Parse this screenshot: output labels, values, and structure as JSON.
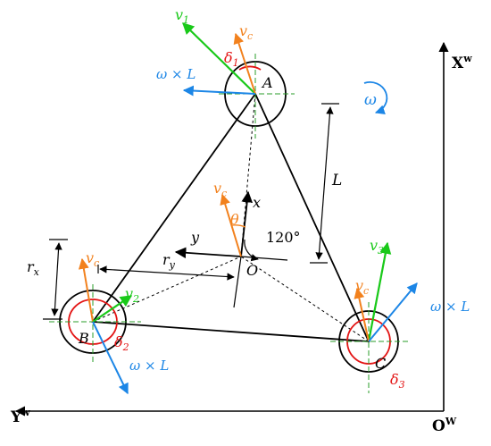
{
  "colors": {
    "black": "#000000",
    "green": "#19c919",
    "orange": "#f2811d",
    "blue": "#1c86e6",
    "red": "#e31414",
    "guide": "#2a9d2a"
  },
  "labels": {
    "xw": "X",
    "xw_sup": "w",
    "yw": "Y",
    "yw_sup": "w",
    "ow": "O",
    "ow_sup": "W",
    "omega": "ω",
    "L": "L",
    "x": "x",
    "y": "y",
    "O": "O",
    "theta": "θ",
    "angle": "120°",
    "rx": "r",
    "rx_sub": "x",
    "ry": "r",
    "ry_sub": "y",
    "A": "A",
    "B": "B",
    "C": "C",
    "wheelA": {
      "v": "v",
      "v_sub": "1",
      "vc": "v",
      "vc_sub": "c",
      "delta": "δ",
      "delta_sub": "1",
      "wl": "ω × L"
    },
    "wheelB": {
      "v": "v",
      "v_sub": "2",
      "vc": "v",
      "vc_sub": "c",
      "delta": "δ",
      "delta_sub": "2",
      "wl": "ω × L"
    },
    "wheelC": {
      "v": "v",
      "v_sub": "3",
      "vc": "v",
      "vc_sub": "c",
      "delta": "δ",
      "delta_sub": "3",
      "wl": "ω × L"
    },
    "vc_center": "v",
    "vc_center_sub": "c"
  }
}
